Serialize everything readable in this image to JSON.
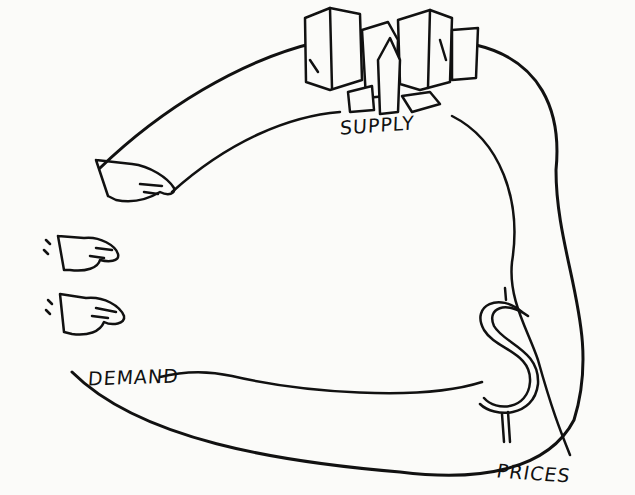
{
  "diagram": {
    "labels": [
      "SUPPLY",
      "PRICES",
      "DEMAND"
    ]
  }
}
